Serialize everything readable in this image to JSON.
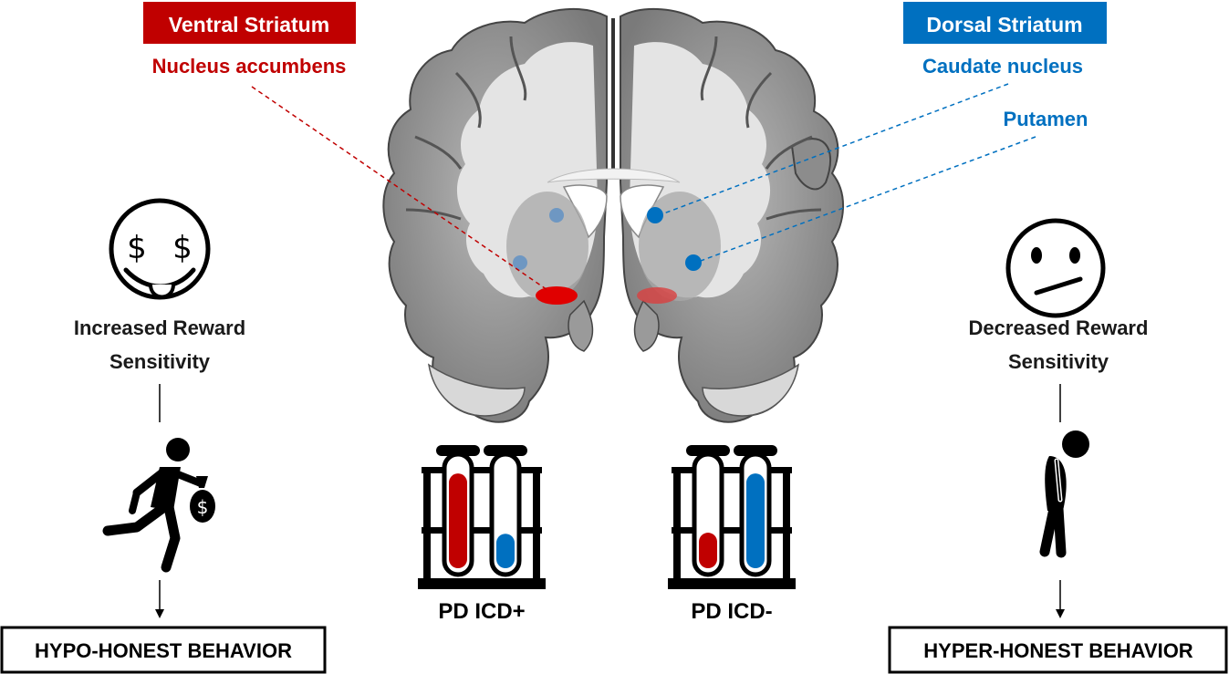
{
  "ventral": {
    "header": "Ventral Striatum",
    "sublabel": "Nucleus accumbens",
    "color": "#c00000"
  },
  "dorsal": {
    "header": "Dorsal Striatum",
    "sublabel_caudate": "Caudate nucleus",
    "sublabel_putamen": "Putamen",
    "color": "#0070c0"
  },
  "left_panel": {
    "face_icon": "dollar-eyes-face-icon",
    "label_line1": "Increased Reward",
    "label_line2": "Sensitivity",
    "figure_icon": "running-man-money-bag-icon",
    "behavior": "HYPO-HONEST BEHAVIOR"
  },
  "right_panel": {
    "face_icon": "neutral-face-icon",
    "label_line1": "Decreased Reward",
    "label_line2": "Sensitivity",
    "figure_icon": "slumped-man-icon",
    "behavior": "HYPER-HONEST BEHAVIOR"
  },
  "tubes": [
    {
      "label": "PD ICD+",
      "red_level": 0.88,
      "blue_level": 0.32
    },
    {
      "label": "PD ICD-",
      "red_level": 0.33,
      "blue_level": 0.88
    }
  ],
  "brain_icon": "brain-coronal-section-icon"
}
